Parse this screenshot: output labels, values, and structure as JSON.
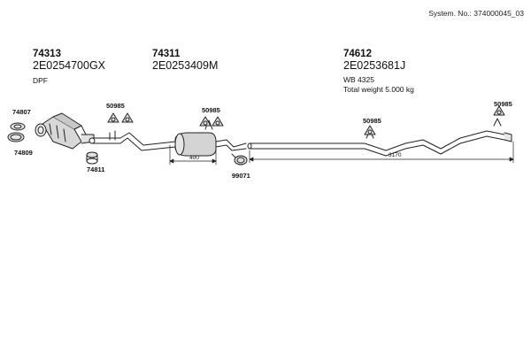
{
  "header": {
    "system_number": "System. No.: 374000045_03"
  },
  "groups": [
    {
      "part_number": "74313",
      "code": "2E0254700GX",
      "note": "DPF"
    },
    {
      "part_number": "74311",
      "code": "2E0253409M"
    },
    {
      "part_number": "74612",
      "code": "2E0253681J",
      "note": "WB 4325",
      "weight": "Total weight 5.000 kg"
    }
  ],
  "parts": {
    "gasket_left": "74807",
    "clamp_left": "74809",
    "clamp_mid": "74811",
    "rubber_1": "50985",
    "rubber_2": "50985",
    "rubber_3": "50985",
    "rubber_4": "50985",
    "clamp_right": "99071"
  },
  "dimensions": {
    "mid_length": "400",
    "rear_length": "3170"
  },
  "colors": {
    "line": "#222222",
    "part_fill": "#dcdcdc"
  }
}
